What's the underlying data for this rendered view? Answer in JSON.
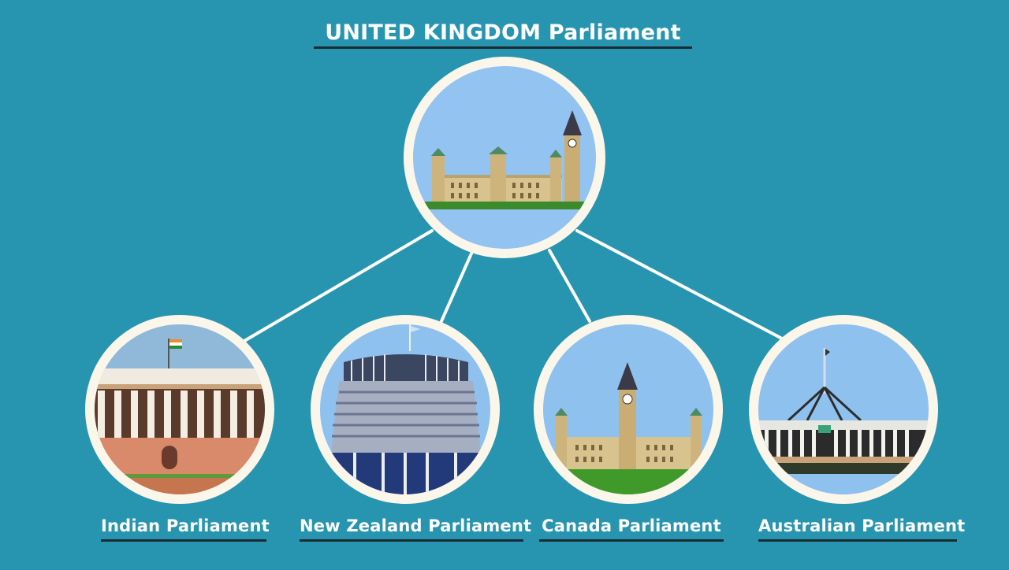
{
  "diagram": {
    "title": "UNITED KINGDOM Parliament",
    "children": [
      {
        "label": "Indian Parliament"
      },
      {
        "label": "New Zealand Parliament"
      },
      {
        "label": "Canada Parliament"
      },
      {
        "label": "Australian Parliament"
      }
    ]
  },
  "colors": {
    "background": "#2795b0",
    "circle_ring": "#fbf6ea",
    "connector": "#ffffff",
    "underline": "#1b2a33",
    "sky_uk": "#93c3f1",
    "sky_other": "#8fc1ee",
    "grass": "#3b8a2c",
    "stone": "#d8c38f"
  }
}
